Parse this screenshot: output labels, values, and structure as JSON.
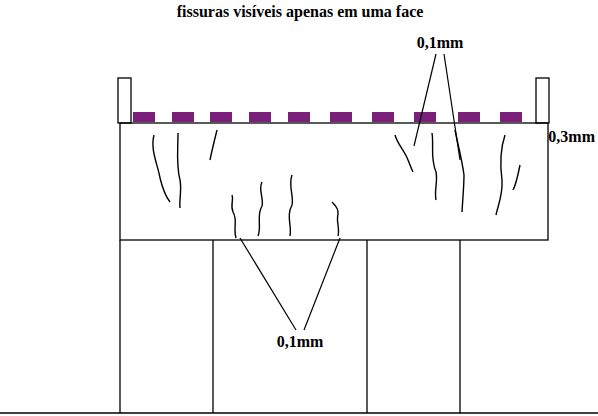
{
  "diagram": {
    "title": "fissuras visíveis apenas em uma face",
    "labels": [
      "0,1mm",
      "0,3mm",
      "0,1mm"
    ]
  }
}
